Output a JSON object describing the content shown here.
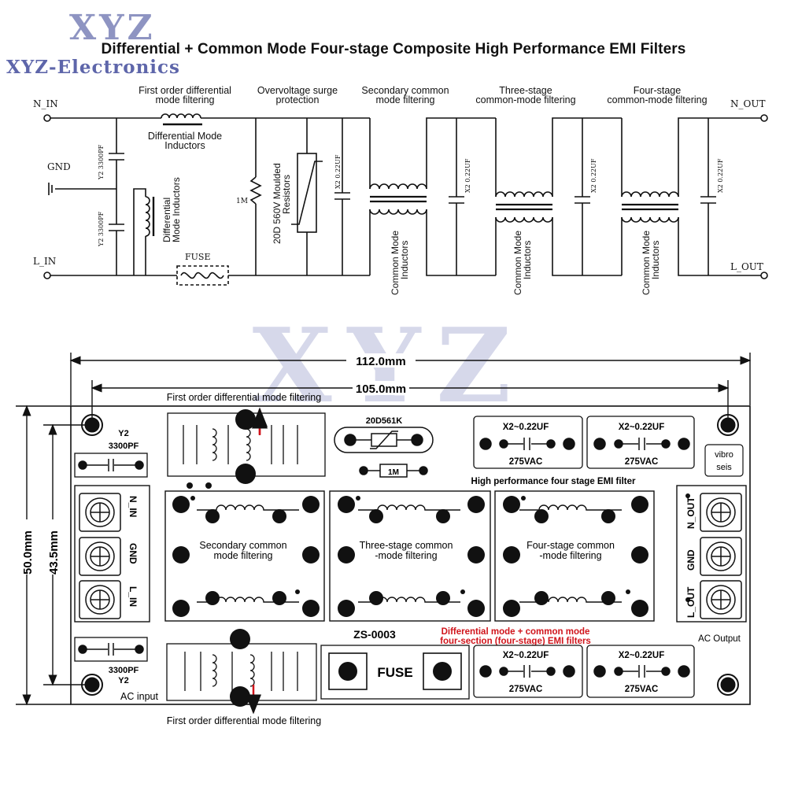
{
  "brand": {
    "logo": "XYZ",
    "name": "XYZ-Electronics",
    "colors": {
      "watermark": "#7b82b8",
      "accent_red": "#d0141b",
      "ink": "#111111"
    }
  },
  "title": "Differential + Common Mode Four-stage Composite High Performance EMI Filters",
  "schematic": {
    "terminals": {
      "n_in": "N_IN",
      "gnd": "GND",
      "l_in": "L_IN",
      "n_out": "N_OUT",
      "l_out": "L_OUT"
    },
    "stages": {
      "first_l1": "First order differential",
      "first_l2": "mode filtering",
      "surge_l1": "Overvoltage surge",
      "surge_l2": "protection",
      "second_l1": "Secondary common",
      "second_l2": "mode filtering",
      "third_l1": "Three-stage",
      "third_l2": "common-mode filtering",
      "fourth_l1": "Four-stage",
      "fourth_l2": "common-mode filtering"
    },
    "labels": {
      "dm_inductors_top_l1": "Differential Mode",
      "dm_inductors_top_l2": "Inductors",
      "dm_inductors_side_l1": "Differential",
      "dm_inductors_side_l2": "Mode Inductors",
      "fuse": "FUSE",
      "resistor_1m": "1M",
      "y2_cap": "Y2 3300PF",
      "x2_cap": "X2 0.22UF",
      "varistor_l1": "20D 560V Moulded",
      "varistor_l2": "Resistors",
      "cm_inductors_l1": "Common Mode",
      "cm_inductors_l2": "Inductors"
    }
  },
  "board": {
    "dim_total": "112.0mm",
    "dim_holes": "105.0mm",
    "dim_height": "50.0mm",
    "dim_hole_height": "43.5mm",
    "first_order_label": "First order differential mode filtering",
    "varistor": "20D561K",
    "resistor": "1M",
    "y2": "Y2",
    "cap_3300": "3300PF",
    "x2_cap": "X2~0.22UF",
    "voltage": "275VAC",
    "vibro_l1": "vibro",
    "vibro_l2": "seis",
    "hp_label": "High performance four stage EMI filter",
    "n_in": "N_IN",
    "gnd": "GND",
    "l_in": "L_IN",
    "n_out": "N_OUT",
    "l_out": "L_OUT",
    "sec_l1": "Secondary common",
    "sec_l2": "mode filtering",
    "three_l1": "Three-stage common",
    "three_l2": "-mode filtering",
    "four_l1": "Four-stage common",
    "four_l2": "-mode filtering",
    "model": "ZS-0003",
    "red_note_l1": "Differential mode + common mode",
    "red_note_l2": "four-section (four-stage) EMI filters",
    "ac_output": "AC Output",
    "ac_input": "AC input",
    "fuse": "FUSE"
  }
}
